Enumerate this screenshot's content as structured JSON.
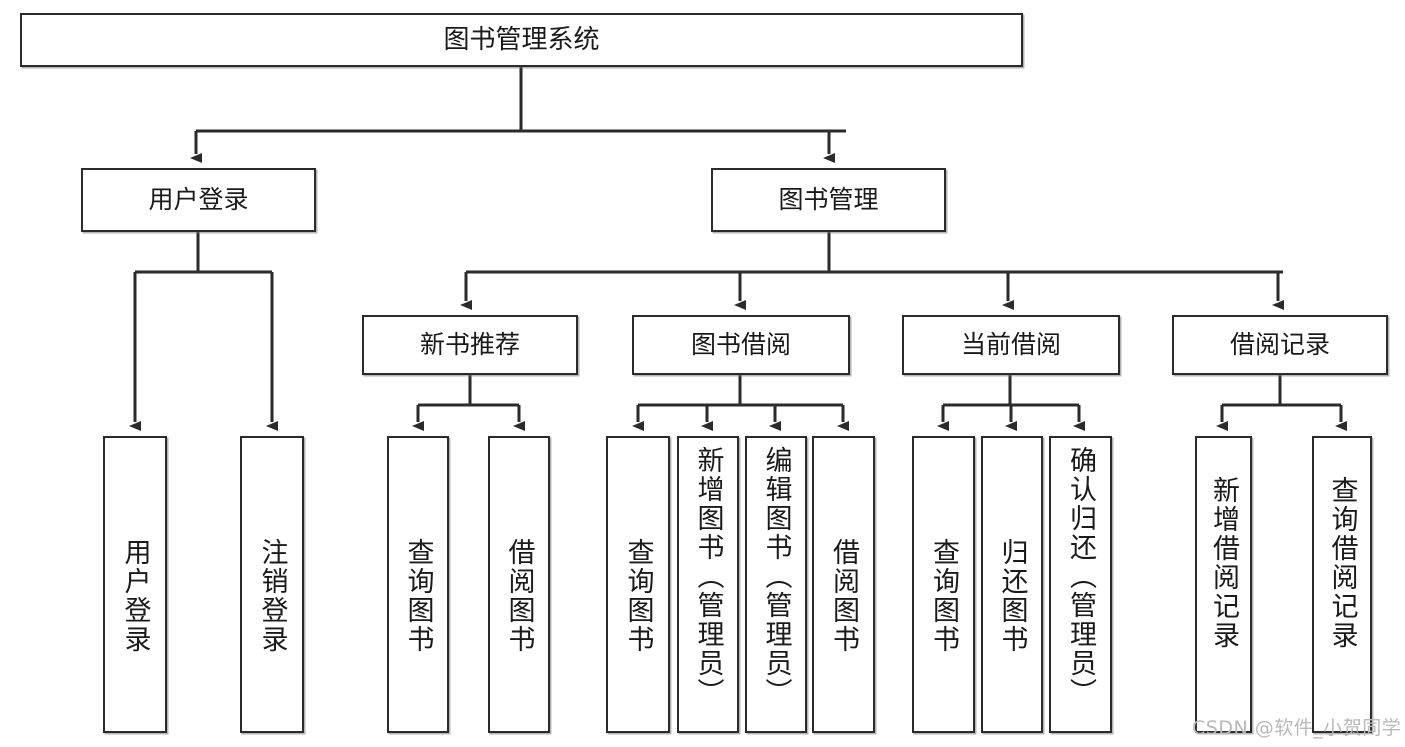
{
  "diagram": {
    "title_node": {
      "label": "图书管理系统"
    },
    "level2": [
      {
        "label": "用户登录"
      },
      {
        "label": "图书管理"
      }
    ],
    "level3": [
      {
        "label": "新书推荐"
      },
      {
        "label": "图书借阅"
      },
      {
        "label": "当前借阅"
      },
      {
        "label": "借阅记录"
      }
    ],
    "leaves": {
      "user_login": [
        {
          "label": "用户登录"
        },
        {
          "label": "注销登录"
        }
      ],
      "new_book_recommend": [
        {
          "label": "查询图书"
        },
        {
          "label": "借阅图书"
        }
      ],
      "book_borrow": [
        {
          "label": "查询图书"
        },
        {
          "label": "新增图书（管理员）"
        },
        {
          "label": "编辑图书（管理员）"
        },
        {
          "label": "借阅图书"
        }
      ],
      "current_borrow": [
        {
          "label": "查询图书"
        },
        {
          "label": "归还图书"
        },
        {
          "label": "确认归还（管理员）"
        }
      ],
      "borrow_record": [
        {
          "label": "新增借阅记录"
        },
        {
          "label": "查询借阅记录"
        }
      ]
    }
  },
  "watermark": {
    "text": "CSDN @软件_小贺同学"
  },
  "colors": {
    "border": "#2b2b2b",
    "background": "#ffffff",
    "text": "#1a1a1a",
    "watermark": "#b9b9b9"
  }
}
